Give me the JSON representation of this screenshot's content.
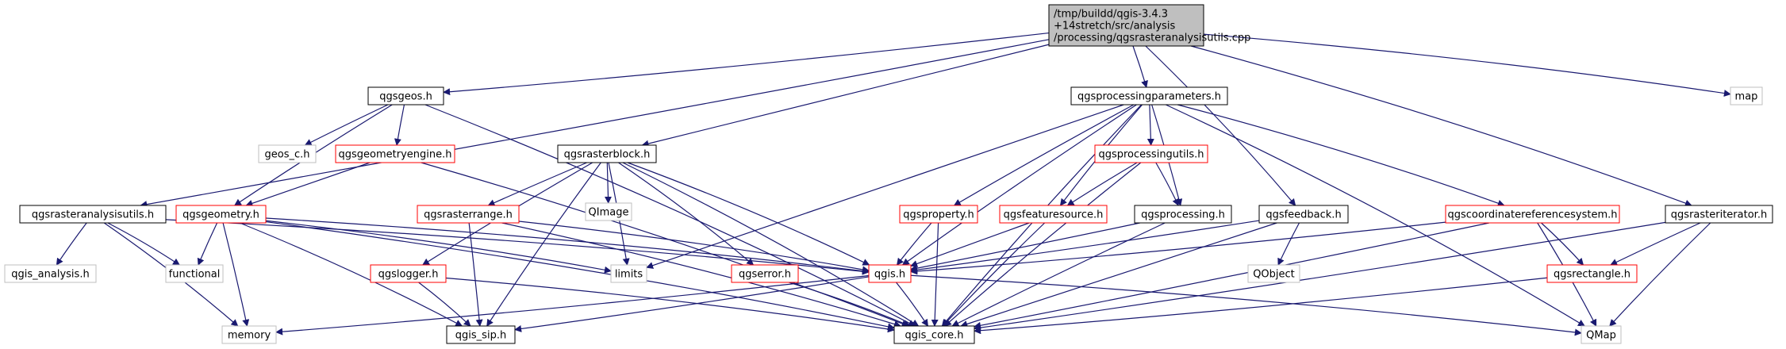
{
  "diagram": {
    "colors": {
      "edge": "#191970",
      "root_fill": "#bfbfbf",
      "border_documented": "#000000",
      "border_truncated": "#ff0000",
      "border_external": "#bfbfbf"
    },
    "nodes": [
      {
        "id": "root",
        "lines": [
          "/tmp/buildd/qgis-3.4.3",
          "+14stretch/src/analysis",
          "/processing/qgsrasteranalysisutils.cpp"
        ],
        "style": "root"
      },
      {
        "id": "map",
        "lines": [
          "map"
        ],
        "style": "external"
      },
      {
        "id": "qgsgeos_h",
        "lines": [
          "qgsgeos.h"
        ],
        "style": "documented"
      },
      {
        "id": "qgsprocessingparameters_h",
        "lines": [
          "qgsprocessingparameters.h"
        ],
        "style": "documented"
      },
      {
        "id": "geos_c_h",
        "lines": [
          "geos_c.h"
        ],
        "style": "external"
      },
      {
        "id": "qgsgeometryengine_h",
        "lines": [
          "qgsgeometryengine.h"
        ],
        "style": "truncated"
      },
      {
        "id": "qgsrasterblock_h",
        "lines": [
          "qgsrasterblock.h"
        ],
        "style": "documented"
      },
      {
        "id": "qgsprocessingutils_h",
        "lines": [
          "qgsprocessingutils.h"
        ],
        "style": "truncated"
      },
      {
        "id": "qimage",
        "lines": [
          "QImage"
        ],
        "style": "external"
      },
      {
        "id": "qgsrasteranalysisutils_h",
        "lines": [
          "qgsrasteranalysisutils.h"
        ],
        "style": "documented"
      },
      {
        "id": "qgsgeometry_h",
        "lines": [
          "qgsgeometry.h"
        ],
        "style": "truncated"
      },
      {
        "id": "qgsrasterrange_h",
        "lines": [
          "qgsrasterrange.h"
        ],
        "style": "truncated"
      },
      {
        "id": "qgsproperty_h",
        "lines": [
          "qgsproperty.h"
        ],
        "style": "truncated"
      },
      {
        "id": "qgsfeaturesource_h",
        "lines": [
          "qgsfeaturesource.h"
        ],
        "style": "truncated"
      },
      {
        "id": "qgsprocessing_h",
        "lines": [
          "qgsprocessing.h"
        ],
        "style": "documented"
      },
      {
        "id": "qgsfeedback_h",
        "lines": [
          "qgsfeedback.h"
        ],
        "style": "documented"
      },
      {
        "id": "qgscoordinatereferencesystem_h",
        "lines": [
          "qgscoordinatereferencesystem.h"
        ],
        "style": "truncated"
      },
      {
        "id": "qgsrasteriterator_h",
        "lines": [
          "qgsrasteriterator.h"
        ],
        "style": "documented"
      },
      {
        "id": "qgis_analysis_h",
        "lines": [
          "qgis_analysis.h"
        ],
        "style": "external"
      },
      {
        "id": "functional",
        "lines": [
          "functional"
        ],
        "style": "external"
      },
      {
        "id": "limits",
        "lines": [
          "limits"
        ],
        "style": "external"
      },
      {
        "id": "qgslogger_h",
        "lines": [
          "qgslogger.h"
        ],
        "style": "truncated"
      },
      {
        "id": "qgserror_h",
        "lines": [
          "qgserror.h"
        ],
        "style": "truncated"
      },
      {
        "id": "qgis_h",
        "lines": [
          "qgis.h"
        ],
        "style": "truncated"
      },
      {
        "id": "qobject",
        "lines": [
          "QObject"
        ],
        "style": "external"
      },
      {
        "id": "qgsrectangle_h",
        "lines": [
          "qgsrectangle.h"
        ],
        "style": "truncated"
      },
      {
        "id": "memory",
        "lines": [
          "memory"
        ],
        "style": "external"
      },
      {
        "id": "qgis_sip_h",
        "lines": [
          "qgis_sip.h"
        ],
        "style": "documented"
      },
      {
        "id": "qgis_core_h",
        "lines": [
          "qgis_core.h"
        ],
        "style": "documented"
      },
      {
        "id": "qmap",
        "lines": [
          "QMap"
        ],
        "style": "external"
      }
    ],
    "edges": [
      [
        "root",
        "qgsgeos_h"
      ],
      [
        "root",
        "qgsprocessingparameters_h"
      ],
      [
        "root",
        "qgsrasterblock_h"
      ],
      [
        "root",
        "qgsrasteranalysisutils_h"
      ],
      [
        "root",
        "qgsfeedback_h"
      ],
      [
        "root",
        "qgsrasteriterator_h"
      ],
      [
        "root",
        "map"
      ],
      [
        "qgsgeos_h",
        "geos_c_h"
      ],
      [
        "qgsgeos_h",
        "qgsgeometryengine_h"
      ],
      [
        "qgsgeos_h",
        "qgsgeometry_h"
      ],
      [
        "qgsgeos_h",
        "qgis_core_h"
      ],
      [
        "qgsgeometryengine_h",
        "qgsgeometry_h"
      ],
      [
        "qgsgeometryengine_h",
        "qgis_core_h"
      ],
      [
        "qgsrasterblock_h",
        "qimage"
      ],
      [
        "qgsrasterblock_h",
        "qgsrasterrange_h"
      ],
      [
        "qgsrasterblock_h",
        "qgslogger_h"
      ],
      [
        "qgsrasterblock_h",
        "qgserror_h"
      ],
      [
        "qgsrasterblock_h",
        "qgis_h"
      ],
      [
        "qgsrasterblock_h",
        "qgis_core_h"
      ],
      [
        "qgsrasterblock_h",
        "limits"
      ],
      [
        "qgsrasterblock_h",
        "qgis_sip_h"
      ],
      [
        "qgsrasteranalysisutils_h",
        "qgis_analysis_h"
      ],
      [
        "qgsrasteranalysisutils_h",
        "functional"
      ],
      [
        "qgsrasteranalysisutils_h",
        "memory"
      ],
      [
        "qgsrasteranalysisutils_h",
        "qgis_h"
      ],
      [
        "qgsgeometry_h",
        "functional"
      ],
      [
        "qgsgeometry_h",
        "memory"
      ],
      [
        "qgsgeometry_h",
        "qgis_h"
      ],
      [
        "qgsgeometry_h",
        "qgis_core_h"
      ],
      [
        "qgsgeometry_h",
        "qgis_sip_h"
      ],
      [
        "qgsgeometry_h",
        "limits"
      ],
      [
        "qgsrasterrange_h",
        "qgis_h"
      ],
      [
        "qgsrasterrange_h",
        "qgis_sip_h"
      ],
      [
        "qgsrasterrange_h",
        "qgis_core_h"
      ],
      [
        "qgsprocessingparameters_h",
        "qgsprocessingutils_h"
      ],
      [
        "qgsprocessingparameters_h",
        "qgsprocessing_h"
      ],
      [
        "qgsprocessingparameters_h",
        "qgsproperty_h"
      ],
      [
        "qgsprocessingparameters_h",
        "qgsfeaturesource_h"
      ],
      [
        "qgsprocessingparameters_h",
        "qgscoordinatereferencesystem_h"
      ],
      [
        "qgsprocessingparameters_h",
        "qgis_h"
      ],
      [
        "qgsprocessingparameters_h",
        "qgis_core_h"
      ],
      [
        "qgsprocessingparameters_h",
        "limits"
      ],
      [
        "qgsprocessingparameters_h",
        "qmap"
      ],
      [
        "qgsprocessingutils_h",
        "qgsprocessing_h"
      ],
      [
        "qgsprocessingutils_h",
        "qgsfeaturesource_h"
      ],
      [
        "qgsprocessingutils_h",
        "qgis_core_h"
      ],
      [
        "qgsproperty_h",
        "qgis_h"
      ],
      [
        "qgsproperty_h",
        "qgis_core_h"
      ],
      [
        "qgsfeaturesource_h",
        "qgis_h"
      ],
      [
        "qgsfeaturesource_h",
        "qgis_core_h"
      ],
      [
        "qgsprocessing_h",
        "qgis_h"
      ],
      [
        "qgsprocessing_h",
        "qgis_core_h"
      ],
      [
        "qgsfeedback_h",
        "qobject"
      ],
      [
        "qgsfeedback_h",
        "qgis_h"
      ],
      [
        "qgsfeedback_h",
        "qgis_core_h"
      ],
      [
        "qgscoordinatereferencesystem_h",
        "qgsrectangle_h"
      ],
      [
        "qgscoordinatereferencesystem_h",
        "qgis_h"
      ],
      [
        "qgscoordinatereferencesystem_h",
        "qgis_core_h"
      ],
      [
        "qgscoordinatereferencesystem_h",
        "qmap"
      ],
      [
        "qgsrasteriterator_h",
        "qgsrectangle_h"
      ],
      [
        "qgsrasteriterator_h",
        "qgis_core_h"
      ],
      [
        "qgsrasteriterator_h",
        "qmap"
      ],
      [
        "qgsrectangle_h",
        "qgis_core_h"
      ],
      [
        "qgslogger_h",
        "qgis_sip_h"
      ],
      [
        "qgslogger_h",
        "qgis_core_h"
      ],
      [
        "qgserror_h",
        "qgis_core_h"
      ],
      [
        "qgis_h",
        "qgis_core_h"
      ],
      [
        "qgis_h",
        "qgis_sip_h"
      ],
      [
        "qgis_h",
        "memory"
      ],
      [
        "qgis_h",
        "qmap"
      ]
    ]
  }
}
